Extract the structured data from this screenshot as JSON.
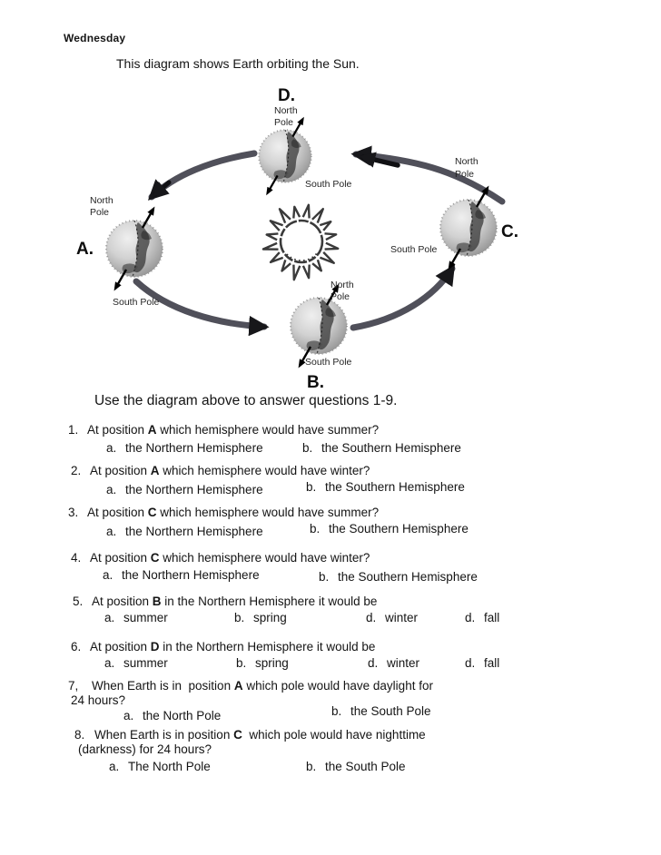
{
  "page": {
    "day_label": "Wednesday",
    "intro": "This diagram shows Earth orbiting the Sun.",
    "instruction": "Use the diagram above to answer questions 1-9."
  },
  "diagram": {
    "letters": {
      "top": "D.",
      "left": "A.",
      "bottom": "B.",
      "right": "C."
    },
    "north_line1": "North",
    "north_line2": "Pole",
    "south_label": "South Pole",
    "orbit_direction": "counterclockwise",
    "center_object": "sun"
  },
  "questions": [
    {
      "number": "1.",
      "prefix": "At position ",
      "bold": "A",
      "suffix": " which hemisphere would have summer?",
      "options": [
        {
          "label": "a.",
          "text": "the Northern Hemisphere"
        },
        {
          "label": "b.",
          "text": "the Southern Hemisphere"
        }
      ]
    },
    {
      "number": "2.",
      "prefix": "At position ",
      "bold": "A",
      "suffix": " which hemisphere would have winter?",
      "options": [
        {
          "label": "a.",
          "text": "the Northern Hemisphere"
        },
        {
          "label": "b.",
          "text": "the Southern Hemisphere"
        }
      ]
    },
    {
      "number": "3.",
      "prefix": "At position ",
      "bold": "C",
      "suffix": " which hemisphere would have summer?",
      "options": [
        {
          "label": "a.",
          "text": "the Northern Hemisphere"
        },
        {
          "label": "b.",
          "text": "the Southern Hemisphere"
        }
      ]
    },
    {
      "number": "4.",
      "prefix": "At position ",
      "bold": "C",
      "suffix": " which hemisphere would have winter?",
      "options": [
        {
          "label": "a.",
          "text": "the Northern Hemisphere"
        },
        {
          "label": "b.",
          "text": "the Southern Hemisphere"
        }
      ]
    },
    {
      "number": "5.",
      "prefix": "At position ",
      "bold": "B",
      "suffix": " in the Northern Hemisphere it would be",
      "options": [
        {
          "label": "a.",
          "text": "summer"
        },
        {
          "label": "b.",
          "text": "spring"
        },
        {
          "label": "d.",
          "text": "winter"
        },
        {
          "label": "d.",
          "text": "fall"
        }
      ]
    },
    {
      "number": "6.",
      "prefix": "At position ",
      "bold": "D",
      "suffix": " in the Northern Hemisphere it would be",
      "options": [
        {
          "label": "a.",
          "text": "summer"
        },
        {
          "label": "b.",
          "text": "spring"
        },
        {
          "label": "d.",
          "text": "winter"
        },
        {
          "label": "d.",
          "text": "fall"
        }
      ]
    },
    {
      "number": "7,",
      "prefix": "When Earth is in  position ",
      "bold": "A",
      "suffix": " which pole would have daylight for",
      "line2": "24 hours?",
      "options": [
        {
          "label": "a.",
          "text": "the North Pole"
        },
        {
          "label": "b.",
          "text": "the South Pole"
        }
      ]
    },
    {
      "number": "8.",
      "prefix": "When Earth is in position ",
      "bold": "C",
      "suffix": "  which pole would have nighttime",
      "line2": "(darkness) for 24 hours?",
      "options": [
        {
          "label": "a.",
          "text": "The North Pole"
        },
        {
          "label": "b.",
          "text": "the South Pole"
        }
      ]
    }
  ]
}
